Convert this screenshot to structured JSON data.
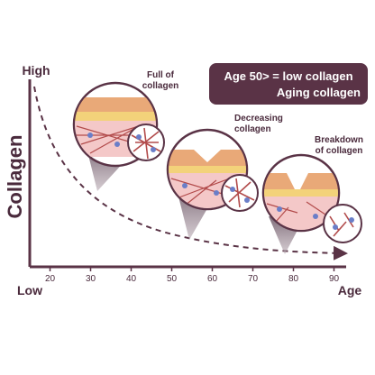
{
  "chart_data": {
    "type": "line",
    "xlabel_high": "Low",
    "xlabel_age": "Age",
    "ylabel": "Collagen",
    "ylabel_top": "High",
    "x_ticks": [
      20,
      30,
      40,
      50,
      60,
      70,
      80,
      90
    ],
    "xlim": [
      15,
      93
    ],
    "curve_style": "dashed with arrow",
    "annotations": [
      {
        "line1": "Full of",
        "line2": "collagen"
      },
      {
        "line1": "Decreasing",
        "line2": "collagen"
      },
      {
        "line1": "Breakdown",
        "line2": "of collagen"
      }
    ],
    "callout": {
      "line1": "Age 50> = low collagen",
      "line2": "Aging collagen"
    }
  },
  "colors": {
    "axis": "#5a3346",
    "callout_bg": "#5a3346",
    "callout_text": "#ffffff",
    "skin_top": "#e9a978",
    "skin_mid": "#f3c08c",
    "dermis": "#f4c8c8",
    "fiber": "#b24b4b",
    "cell": "#6a7ec8",
    "circle_border": "#5a3346",
    "shadow": "#8a7784"
  }
}
